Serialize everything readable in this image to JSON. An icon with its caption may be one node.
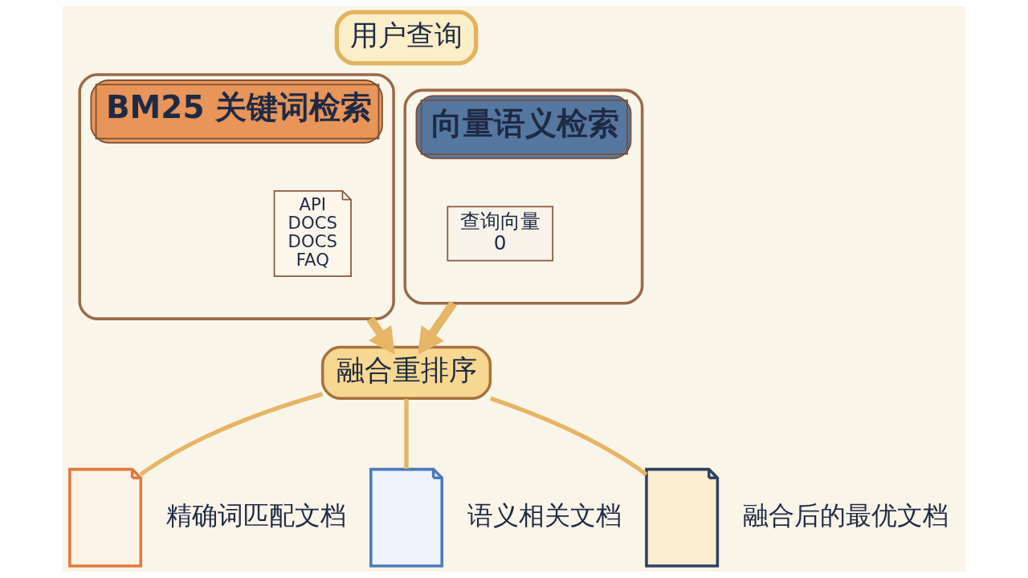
{
  "diagram": {
    "nodes": [
      {
        "text": [
          "用户查询"
        ]
      },
      {
        "text": [
          "BM25 关键词检索"
        ]
      },
      {
        "text": [
          "API",
          "DOCS",
          "DOCS",
          "FAQ"
        ],
        "in": 1
      },
      {
        "text": [
          "向量语义检索"
        ]
      },
      {
        "text": [
          "查询向量",
          "0"
        ],
        "in": 3
      },
      {
        "text": [
          "融合重排序"
        ]
      },
      {
        "text": [],
        "shape": "document",
        "beside": [
          "精确词匹配文档"
        ]
      },
      {
        "text": [],
        "shape": "document",
        "beside": [
          "语义相关文档"
        ]
      },
      {
        "text": [],
        "shape": "document",
        "beside": [
          "融合后的最优文档"
        ]
      }
    ],
    "edges": [
      {
        "from": 1,
        "to": 5,
        "arrow": "to",
        "style": "thick"
      },
      {
        "from": 3,
        "to": 5,
        "arrow": "to",
        "style": "thick"
      },
      {
        "from": 5,
        "to": 6,
        "arrow": "none"
      },
      {
        "from": 5,
        "to": 7,
        "arrow": "none"
      },
      {
        "from": 5,
        "to": 8,
        "arrow": "none"
      }
    ]
  }
}
